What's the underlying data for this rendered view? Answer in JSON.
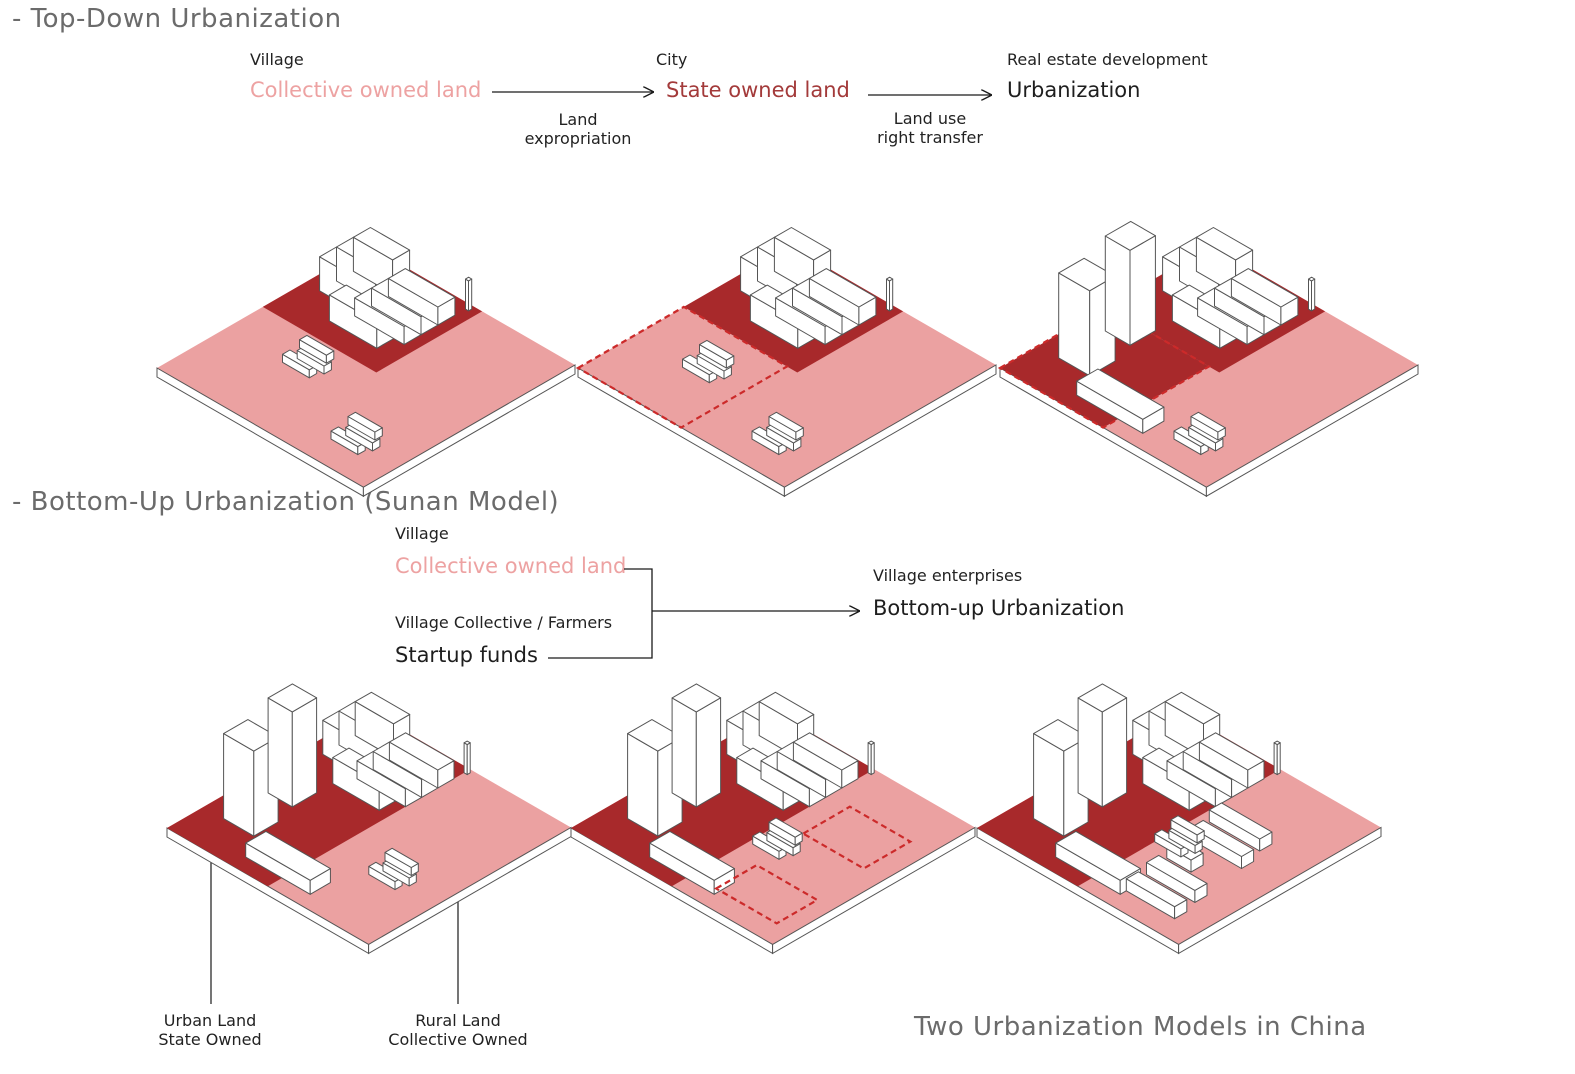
{
  "top_down": {
    "section_title": "- Top-Down Urbanization",
    "stage1": {
      "caption": "Village",
      "term": "Collective owned land"
    },
    "arrow1_label_line1": "Land",
    "arrow1_label_line2": "expropriation",
    "stage2": {
      "caption": "City",
      "term": "State owned land"
    },
    "arrow2_label_line1": "Land use",
    "arrow2_label_line2": "right transfer",
    "stage3": {
      "caption": "Real estate development",
      "term": "Urbanization"
    }
  },
  "bottom_up": {
    "section_title": "- Bottom-Up Urbanization (Sunan Model)",
    "input1": {
      "caption": "Village",
      "term": "Collective owned land"
    },
    "input2": {
      "caption": "Village Collective / Farmers",
      "term": "Startup funds"
    },
    "output": {
      "caption": "Village enterprises",
      "term": "Bottom-up Urbanization"
    }
  },
  "callouts": {
    "urban_line1": "Urban Land",
    "urban_line2": "State Owned",
    "rural_line1": "Rural Land",
    "rural_line2": "Collective Owned"
  },
  "footer_title": "Two Urbanization Models in China",
  "colors": {
    "light_red": "#eba1a1",
    "dark_red": "#a8292b",
    "dashed_red": "#cc2a2a",
    "building_fill": "#ffffff",
    "building_stroke": "#555555",
    "section_gray": "#6b6b6b"
  }
}
